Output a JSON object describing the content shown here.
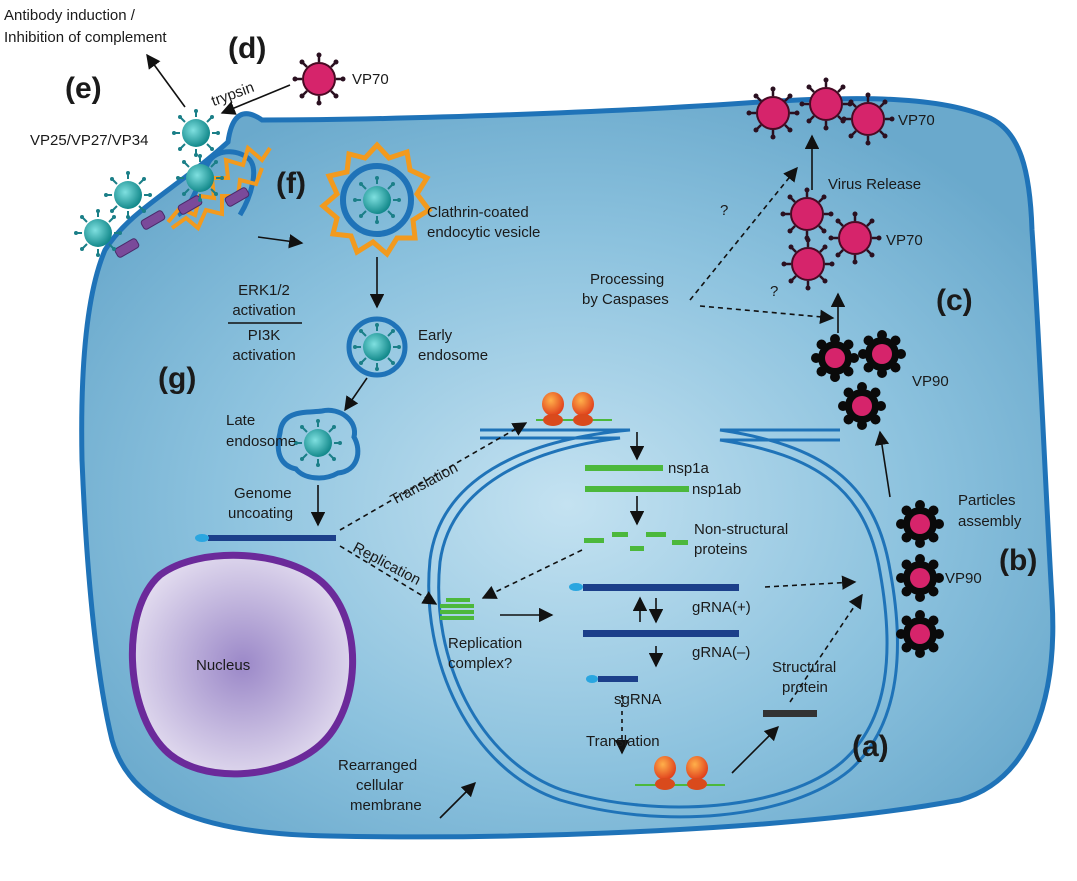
{
  "labels": {
    "antibody_line1": "Antibody induction /",
    "antibody_line2": "Inhibition of complement",
    "panel_a": "(a)",
    "panel_b": "(b)",
    "panel_c": "(c)",
    "panel_d": "(d)",
    "panel_e": "(e)",
    "panel_f": "(f)",
    "panel_g": "(g)",
    "trypsin": "trypsin",
    "vp70_top": "VP70",
    "vp25": "VP25/VP27/VP34",
    "vp70_release": "VP70",
    "virus_release": "Virus Release",
    "vp70_mid": "VP70",
    "vp90_upper": "VP90",
    "vp90_lower": "VP90",
    "clathrin1": "Clathrin-coated",
    "clathrin2": "endocytic vesicle",
    "erk1": "ERK1/2",
    "erk2": "activation",
    "pi3k1": "PI3K",
    "pi3k2": "activation",
    "early1": "Early",
    "early2": "endosome",
    "late1": "Late",
    "late2": "endosome",
    "genome1": "Genome",
    "genome2": "uncoating",
    "translation_upper": "Translation",
    "replication": "Replication",
    "processing1": "Processing",
    "processing2": "by Caspases",
    "question1": "?",
    "question2": "?",
    "nsp1a": "nsp1a",
    "nsp1ab": "nsp1ab",
    "nonstruct1": "Non-structural",
    "nonstruct2": "proteins",
    "gRNA_plus": "gRNA(+)",
    "gRNA_minus": "gRNA(–)",
    "sgRNA": "sgRNA",
    "repcomplex1": "Replication",
    "repcomplex2": "complex?",
    "translation_lower": "Translation",
    "struct1": "Structural",
    "struct2": "protein",
    "particles1": "Particles",
    "particles2": "assembly",
    "nucleus": "Nucleus",
    "rearr1": "Rearranged",
    "rearr2": "cellular",
    "rearr3": "membrane"
  },
  "colors": {
    "cell_fill": "#7db7d6",
    "cell_stroke": "#1f73b8",
    "membrane_blue": "#1f73b8",
    "virus_teal": "#1fa6a8",
    "virus_pink": "#d6246b",
    "clathrin_orange": "#f29a1e",
    "receptor_purple": "#7a4a9a",
    "nucleus_purple": "#6b2a9a",
    "rna_green": "#4cb83c",
    "rna_blue": "#1c3f8a"
  },
  "icons": [
    "virus-vp70-icon",
    "virus-vp90-icon",
    "virus-vp25-icon",
    "ribosome-icon",
    "clathrin-vesicle-icon",
    "receptor-icon",
    "nucleus-icon"
  ]
}
